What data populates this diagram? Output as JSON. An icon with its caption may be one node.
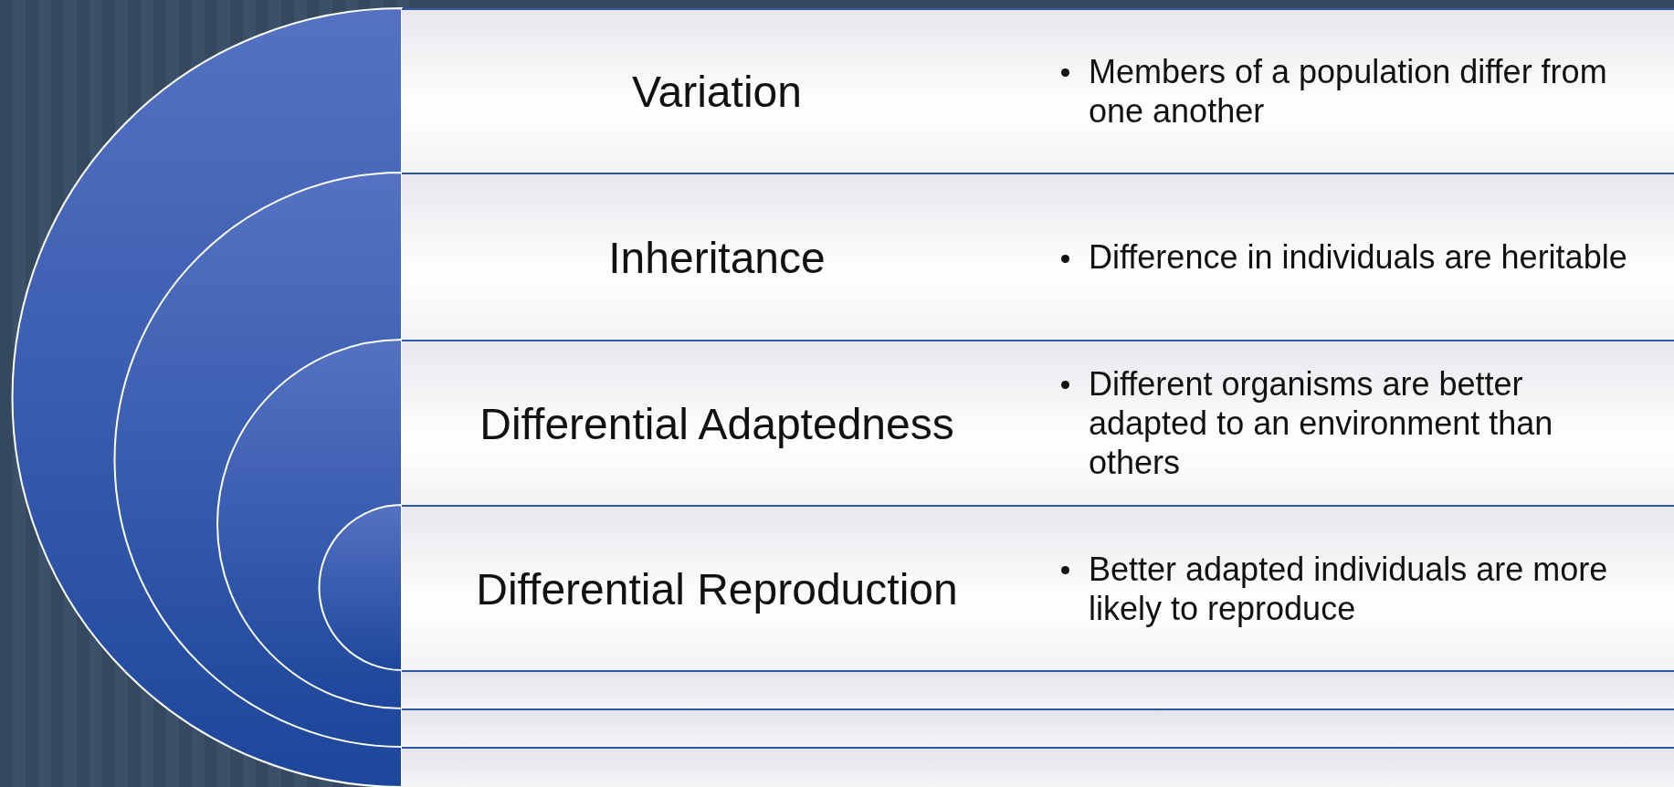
{
  "diagram": {
    "nodes": [
      {
        "text": [
          "Variation",
          "Members of a population differ from one another"
        ]
      },
      {
        "text": [
          "Inheritance",
          "Difference in individuals are heritable"
        ]
      },
      {
        "text": [
          "Differential Adaptedness",
          "Different organisms are better adapted to an environment than others"
        ]
      },
      {
        "text": [
          "Differential Reproduction",
          "Better adapted individuals are more likely to reproduce"
        ]
      }
    ]
  }
}
